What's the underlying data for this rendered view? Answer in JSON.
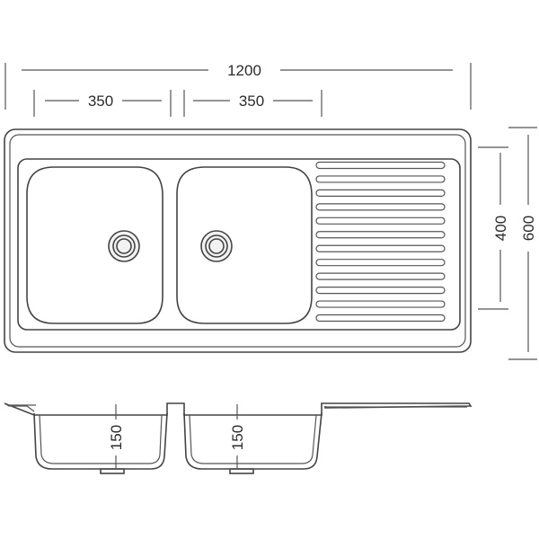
{
  "dimensions": {
    "total_width": "1200",
    "bowl1_width": "350",
    "bowl2_width": "350",
    "inner_depth": "400",
    "total_depth": "600",
    "bowl1_height": "150",
    "bowl2_height": "150"
  },
  "colors": {
    "stroke": "#444444",
    "text": "#2b2b2b",
    "background": "#ffffff"
  },
  "icons": {
    "drain": "drain-icon"
  }
}
